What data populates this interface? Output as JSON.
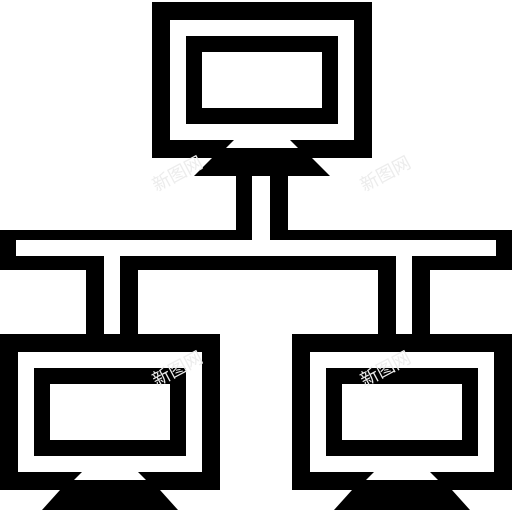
{
  "icon": {
    "name": "network-topology-icon",
    "stroke_color": "#000000",
    "background_color": "#ffffff"
  },
  "watermarks": [
    {
      "text": "新图网"
    },
    {
      "text": "新图网"
    },
    {
      "text": "新图网"
    },
    {
      "text": "新图网"
    }
  ]
}
